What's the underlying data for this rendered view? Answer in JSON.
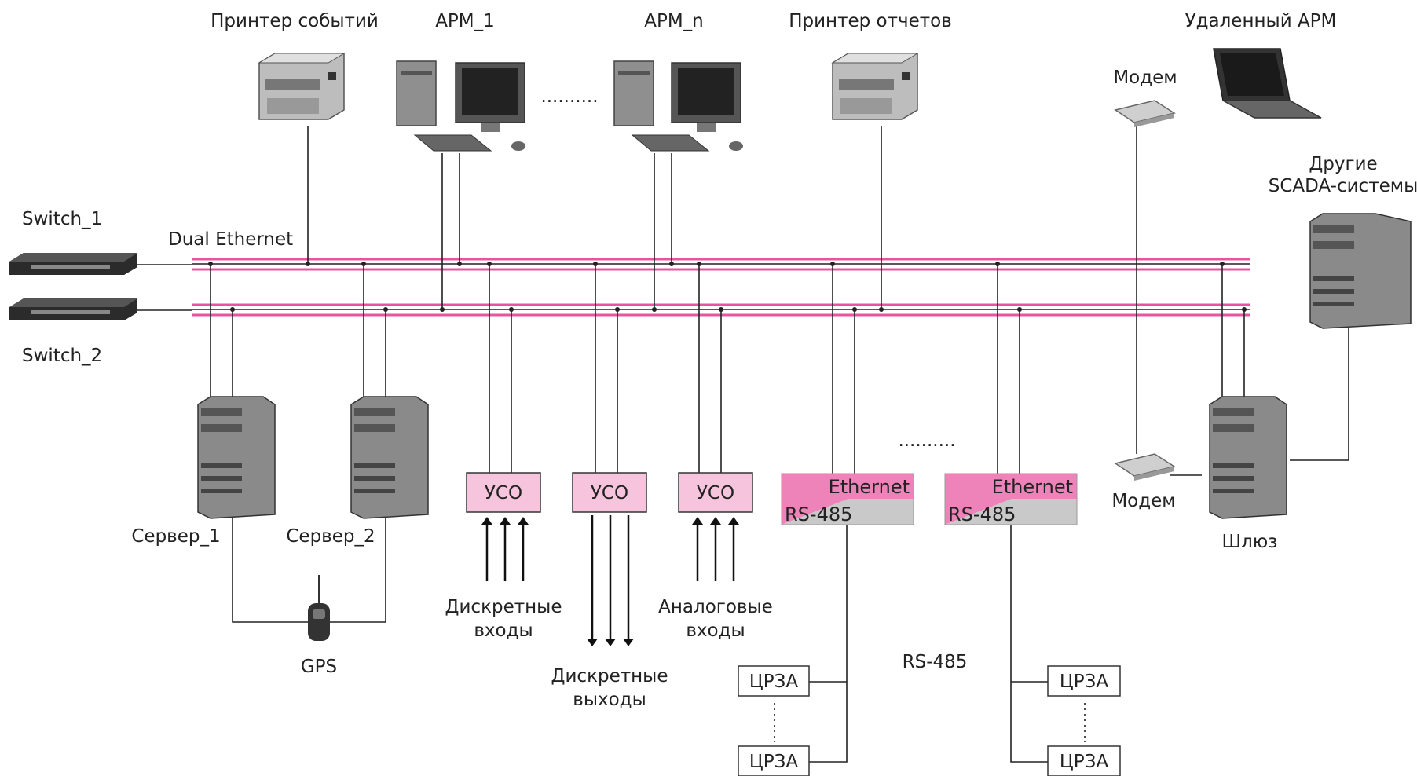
{
  "labels": {
    "printer_events": "Принтер событий",
    "arm_1": "АРМ_1",
    "arm_n": "АРМ_n",
    "printer_reports": "Принтер отчетов",
    "remote_arm": "Удаленный АРМ",
    "modem_top": "Модем",
    "modem_bottom": "Модем",
    "other_scada_1": "Другие",
    "other_scada_2": "SCADA-системы",
    "switch_1": "Switch_1",
    "switch_2": "Switch_2",
    "dual_ethernet": "Dual Ethernet",
    "server_1": "Сервер_1",
    "server_2": "Сервер_2",
    "gps": "GPS",
    "gateway": "Шлюз",
    "uso": "УСО",
    "discrete_inputs_1": "Дискретные",
    "discrete_inputs_2": "входы",
    "discrete_outputs_1": "Дискретные",
    "discrete_outputs_2": "выходы",
    "analog_inputs_1": "Аналоговые",
    "analog_inputs_2": "входы",
    "ethernet": "Ethernet",
    "rs485": "RS-485",
    "rs485_bus": "RS-485",
    "crza": "ЦРЗА",
    "dots_top": "..........",
    "dots_mid": ".........."
  },
  "colors": {
    "bus": "#e8559c",
    "uso_fill": "#f6c4dc",
    "conv_pink": "#ee83b9",
    "conv_gray": "#c9c9c9",
    "line": "#222222"
  }
}
